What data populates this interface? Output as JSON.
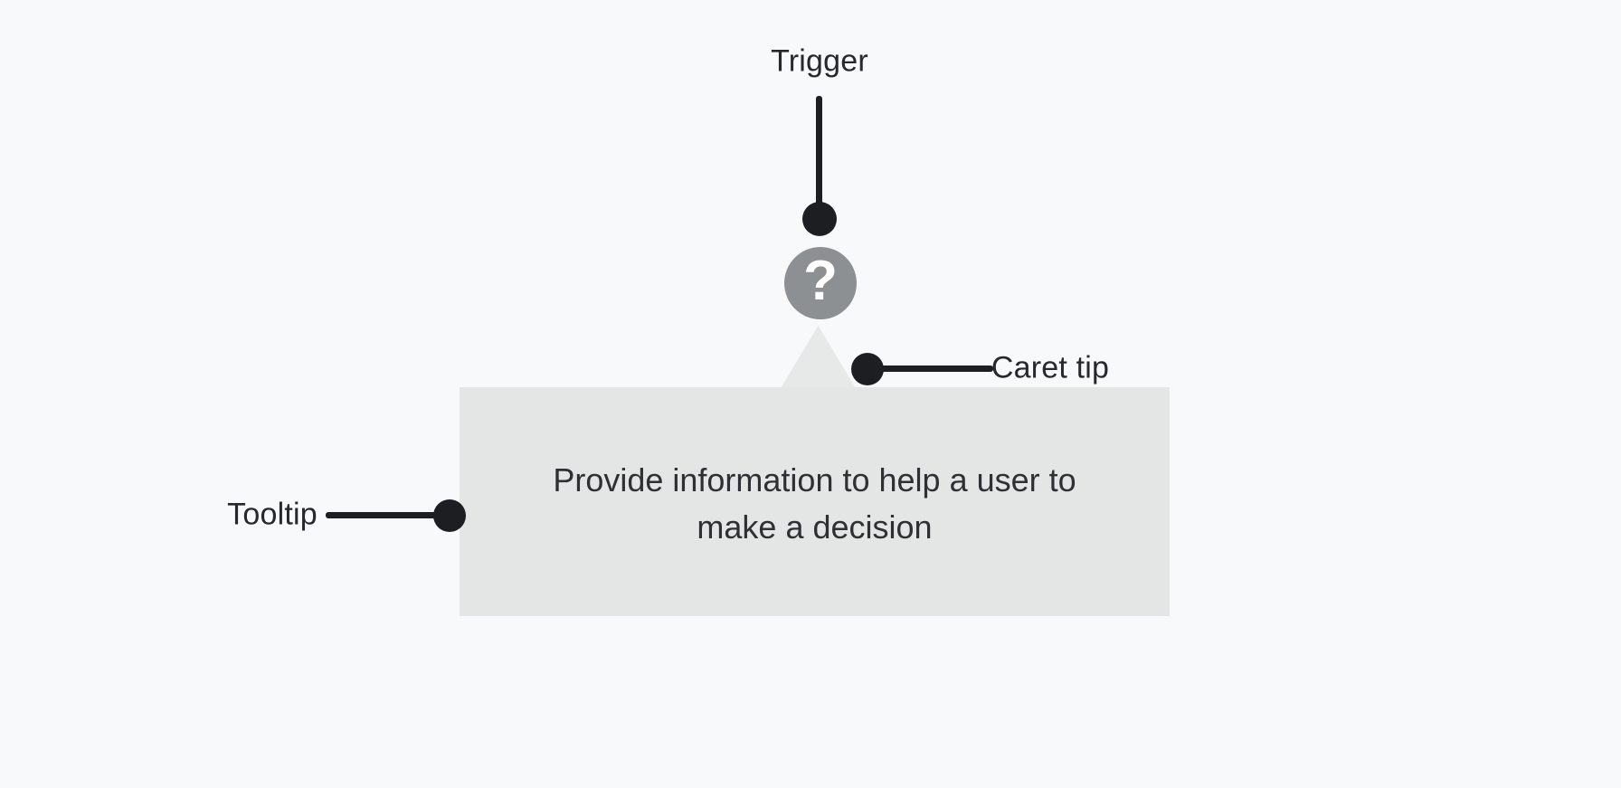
{
  "colors": {
    "bg": "#f7f9fa",
    "box-bg": "#e4e5e5",
    "caret-bg": "#e7e8e8",
    "icon-bg": "#8d9093",
    "icon-fg": "#ffffff",
    "connector": "#1c1e21",
    "label-text": "#26282b",
    "tooltip-text": "#2e3033"
  },
  "labels": {
    "trigger": "Trigger",
    "caret_tip": "Caret tip",
    "tooltip": "Tooltip"
  },
  "trigger_icon": {
    "glyph": "?"
  },
  "tooltip": {
    "text": "Provide information to help a user to make a decision",
    "lines": [
      "Provide information to help a user to",
      "make a decision"
    ]
  }
}
